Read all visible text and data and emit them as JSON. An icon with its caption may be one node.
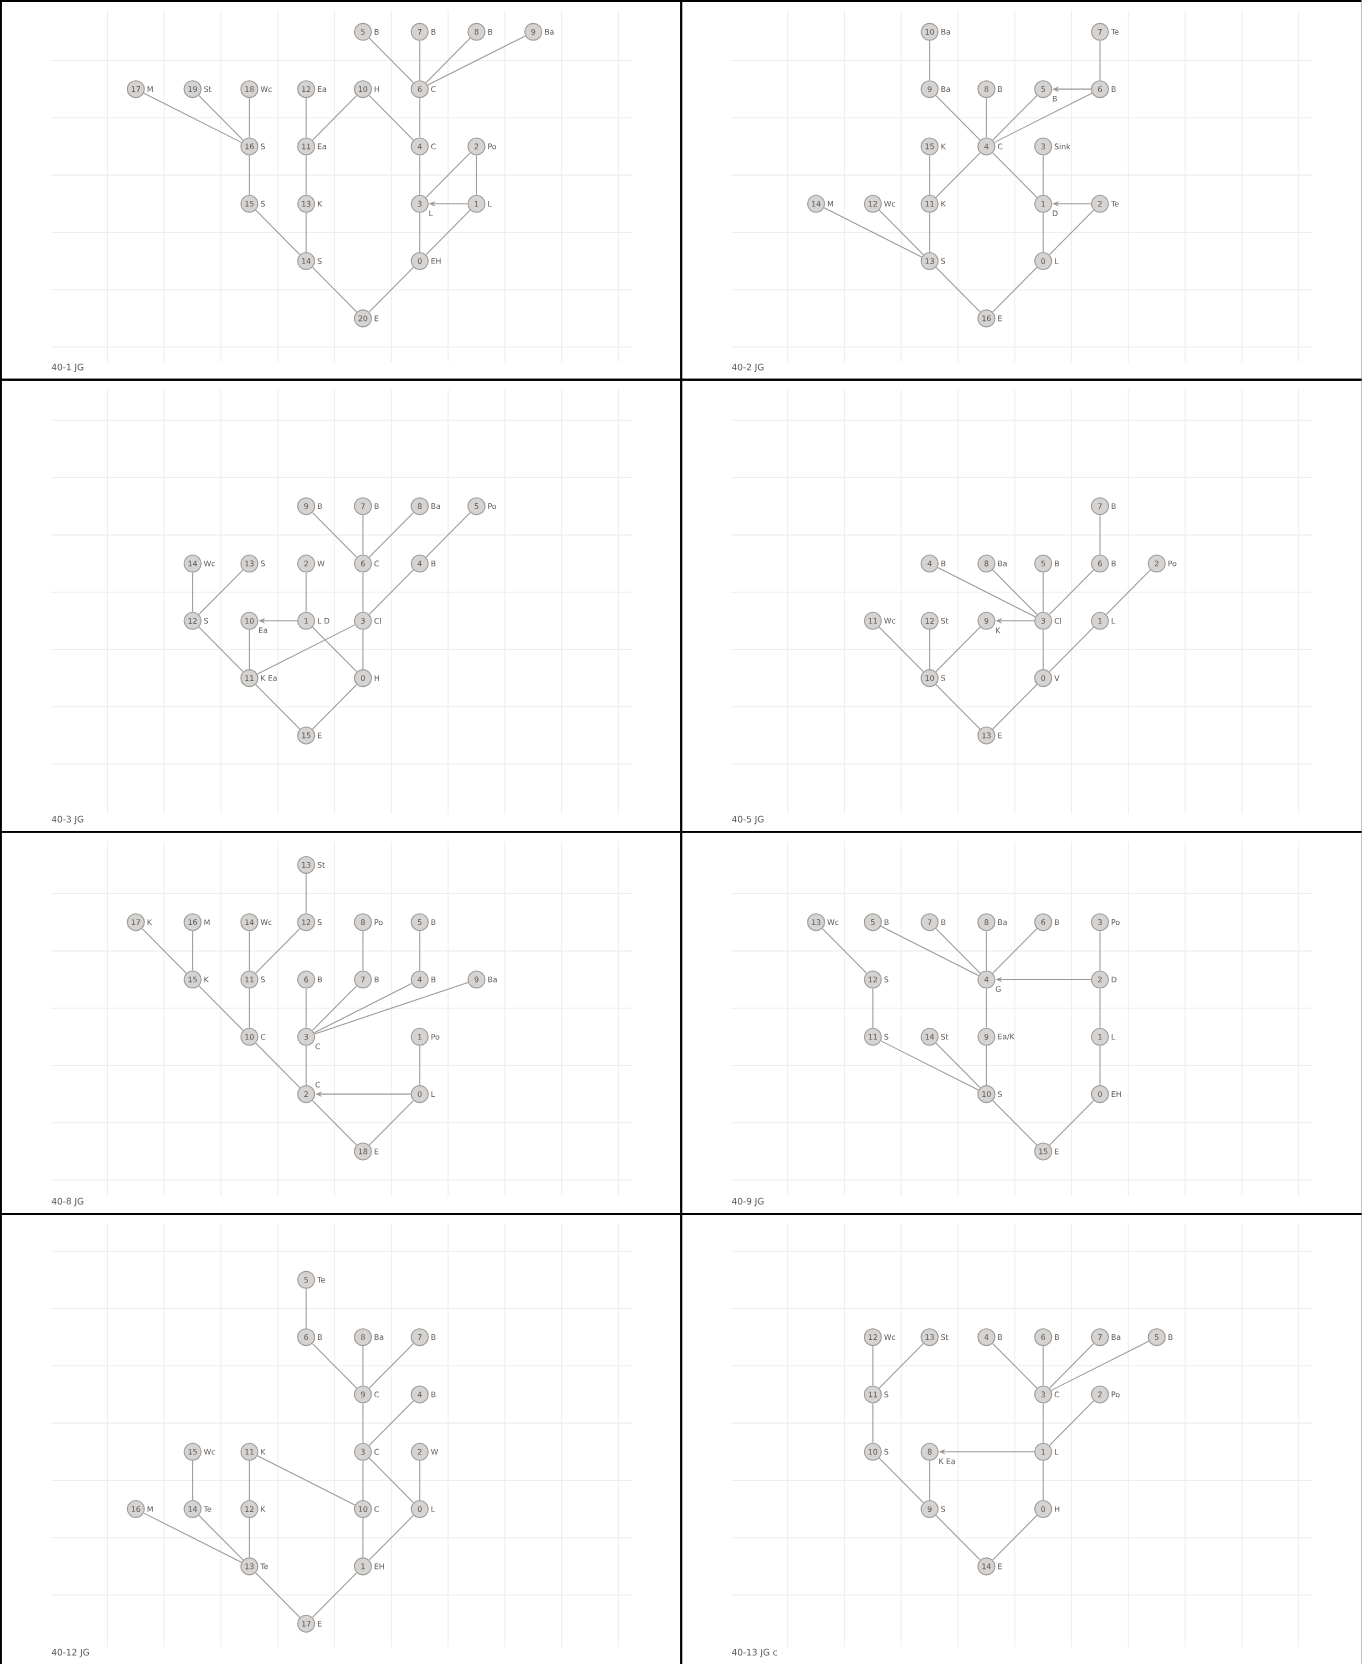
{
  "diagram": {
    "nodes": [
      {
        "text": [
          "40-1 JG"
        ]
      },
      {
        "text": [
          "0"
        ],
        "beside": [
          "EH"
        ],
        "in": 0
      },
      {
        "text": [
          "1"
        ],
        "beside": [
          "L"
        ],
        "in": 0
      },
      {
        "text": [
          "2"
        ],
        "beside": [
          "Po"
        ],
        "in": 0
      },
      {
        "text": [
          "3"
        ],
        "beside": [
          "L"
        ],
        "in": 0
      },
      {
        "text": [
          "4"
        ],
        "beside": [
          "C"
        ],
        "in": 0
      },
      {
        "text": [
          "5"
        ],
        "beside": [
          "B"
        ],
        "in": 0
      },
      {
        "text": [
          "6"
        ],
        "beside": [
          "C"
        ],
        "in": 0
      },
      {
        "text": [
          "7"
        ],
        "beside": [
          "B"
        ],
        "in": 0
      },
      {
        "text": [
          "8"
        ],
        "beside": [
          "B"
        ],
        "in": 0
      },
      {
        "text": [
          "9"
        ],
        "beside": [
          "Ba"
        ],
        "in": 0
      },
      {
        "text": [
          "10"
        ],
        "beside": [
          "H"
        ],
        "in": 0
      },
      {
        "text": [
          "11"
        ],
        "beside": [
          "Ea"
        ],
        "in": 0
      },
      {
        "text": [
          "12"
        ],
        "beside": [
          "Ea"
        ],
        "in": 0
      },
      {
        "text": [
          "13"
        ],
        "beside": [
          "K"
        ],
        "in": 0
      },
      {
        "text": [
          "14"
        ],
        "beside": [
          "S"
        ],
        "in": 0
      },
      {
        "text": [
          "15"
        ],
        "beside": [
          "S"
        ],
        "in": 0
      },
      {
        "text": [
          "16"
        ],
        "beside": [
          "S"
        ],
        "in": 0
      },
      {
        "text": [
          "17"
        ],
        "beside": [
          "M"
        ],
        "in": 0
      },
      {
        "text": [
          "18"
        ],
        "beside": [
          "Wc"
        ],
        "in": 0
      },
      {
        "text": [
          "19"
        ],
        "beside": [
          "St"
        ],
        "in": 0
      },
      {
        "text": [
          "20"
        ],
        "beside": [
          "E"
        ],
        "in": 0
      },
      {
        "text": [
          "40-2 JG"
        ]
      },
      {
        "text": [
          "0"
        ],
        "beside": [
          "L"
        ],
        "in": 22
      },
      {
        "text": [
          "1"
        ],
        "beside": [
          "D"
        ],
        "in": 22
      },
      {
        "text": [
          "2"
        ],
        "beside": [
          "Te"
        ],
        "in": 22
      },
      {
        "text": [
          "3"
        ],
        "beside": [
          "Sink"
        ],
        "in": 22
      },
      {
        "text": [
          "4"
        ],
        "beside": [
          "C"
        ],
        "in": 22
      },
      {
        "text": [
          "5"
        ],
        "beside": [
          "B"
        ],
        "in": 22
      },
      {
        "text": [
          "6"
        ],
        "beside": [
          "B"
        ],
        "in": 22
      },
      {
        "text": [
          "7"
        ],
        "beside": [
          "Te"
        ],
        "in": 22
      },
      {
        "text": [
          "8"
        ],
        "beside": [
          "B"
        ],
        "in": 22
      },
      {
        "text": [
          "9"
        ],
        "beside": [
          "Ba"
        ],
        "in": 22
      },
      {
        "text": [
          "10"
        ],
        "beside": [
          "Ba"
        ],
        "in": 22
      },
      {
        "text": [
          "11"
        ],
        "beside": [
          "K"
        ],
        "in": 22
      },
      {
        "text": [
          "12"
        ],
        "beside": [
          "Wc"
        ],
        "in": 22
      },
      {
        "text": [
          "13"
        ],
        "beside": [
          "S"
        ],
        "in": 22
      },
      {
        "text": [
          "14"
        ],
        "beside": [
          "M"
        ],
        "in": 22
      },
      {
        "text": [
          "15"
        ],
        "beside": [
          "K"
        ],
        "in": 22
      },
      {
        "text": [
          "16"
        ],
        "beside": [
          "E"
        ],
        "in": 22
      },
      {
        "text": [
          "40-3 JG"
        ]
      },
      {
        "text": [
          "0"
        ],
        "beside": [
          "H"
        ],
        "in": 40
      },
      {
        "text": [
          "1"
        ],
        "beside": [
          "L D"
        ],
        "in": 40
      },
      {
        "text": [
          "2"
        ],
        "beside": [
          "W"
        ],
        "in": 40
      },
      {
        "text": [
          "3"
        ],
        "beside": [
          "Cl"
        ],
        "in": 40
      },
      {
        "text": [
          "4"
        ],
        "beside": [
          "B"
        ],
        "in": 40
      },
      {
        "text": [
          "5"
        ],
        "beside": [
          "Po"
        ],
        "in": 40
      },
      {
        "text": [
          "6"
        ],
        "beside": [
          "C"
        ],
        "in": 40
      },
      {
        "text": [
          "7"
        ],
        "beside": [
          "B"
        ],
        "in": 40
      },
      {
        "text": [
          "8"
        ],
        "beside": [
          "Ba"
        ],
        "in": 40
      },
      {
        "text": [
          "9"
        ],
        "beside": [
          "B"
        ],
        "in": 40
      },
      {
        "text": [
          "10"
        ],
        "beside": [
          "Ea"
        ],
        "in": 40
      },
      {
        "text": [
          "11"
        ],
        "beside": [
          "K Ea"
        ],
        "in": 40
      },
      {
        "text": [
          "12"
        ],
        "beside": [
          "S"
        ],
        "in": 40
      },
      {
        "text": [
          "13"
        ],
        "beside": [
          "S"
        ],
        "in": 40
      },
      {
        "text": [
          "14"
        ],
        "beside": [
          "Wc"
        ],
        "in": 40
      },
      {
        "text": [
          "15"
        ],
        "beside": [
          "E"
        ],
        "in": 40
      },
      {
        "text": [
          "40-5 JG"
        ]
      },
      {
        "text": [
          "0"
        ],
        "beside": [
          "V"
        ],
        "in": 57
      },
      {
        "text": [
          "1"
        ],
        "beside": [
          "L"
        ],
        "in": 57
      },
      {
        "text": [
          "2"
        ],
        "beside": [
          "Po"
        ],
        "in": 57
      },
      {
        "text": [
          "3"
        ],
        "beside": [
          "Cl"
        ],
        "in": 57
      },
      {
        "text": [
          "4"
        ],
        "beside": [
          "B"
        ],
        "in": 57
      },
      {
        "text": [
          "5"
        ],
        "beside": [
          "B"
        ],
        "in": 57
      },
      {
        "text": [
          "6"
        ],
        "beside": [
          "B"
        ],
        "in": 57
      },
      {
        "text": [
          "7"
        ],
        "beside": [
          "B"
        ],
        "in": 57
      },
      {
        "text": [
          "8"
        ],
        "beside": [
          "Ba"
        ],
        "in": 57
      },
      {
        "text": [
          "9"
        ],
        "beside": [
          "K"
        ],
        "in": 57
      },
      {
        "text": [
          "10"
        ],
        "beside": [
          "S"
        ],
        "in": 57
      },
      {
        "text": [
          "11"
        ],
        "beside": [
          "Wc"
        ],
        "in": 57
      },
      {
        "text": [
          "12"
        ],
        "beside": [
          "St"
        ],
        "in": 57
      },
      {
        "text": [
          "13"
        ],
        "beside": [
          "E"
        ],
        "in": 57
      },
      {
        "text": [
          "40-8 JG"
        ]
      },
      {
        "text": [
          "0"
        ],
        "beside": [
          "L"
        ],
        "in": 72
      },
      {
        "text": [
          "1"
        ],
        "beside": [
          "Po"
        ],
        "in": 72
      },
      {
        "text": [
          "2"
        ],
        "beside": [
          "C"
        ],
        "in": 72
      },
      {
        "text": [
          "3"
        ],
        "beside": [
          "C"
        ],
        "in": 72
      },
      {
        "text": [
          "4"
        ],
        "beside": [
          "B"
        ],
        "in": 72
      },
      {
        "text": [
          "5"
        ],
        "beside": [
          "B"
        ],
        "in": 72
      },
      {
        "text": [
          "6"
        ],
        "beside": [
          "B"
        ],
        "in": 72
      },
      {
        "text": [
          "7"
        ],
        "beside": [
          "B"
        ],
        "in": 72
      },
      {
        "text": [
          "8"
        ],
        "beside": [
          "Po"
        ],
        "in": 72
      },
      {
        "text": [
          "9"
        ],
        "beside": [
          "Ba"
        ],
        "in": 72
      },
      {
        "text": [
          "10"
        ],
        "beside": [
          "C"
        ],
        "in": 72
      },
      {
        "text": [
          "11"
        ],
        "beside": [
          "S"
        ],
        "in": 72
      },
      {
        "text": [
          "12"
        ],
        "beside": [
          "S"
        ],
        "in": 72
      },
      {
        "text": [
          "13"
        ],
        "beside": [
          "St"
        ],
        "in": 72
      },
      {
        "text": [
          "14"
        ],
        "beside": [
          "Wc"
        ],
        "in": 72
      },
      {
        "text": [
          "15"
        ],
        "beside": [
          "K"
        ],
        "in": 72
      },
      {
        "text": [
          "16"
        ],
        "beside": [
          "M"
        ],
        "in": 72
      },
      {
        "text": [
          "17"
        ],
        "beside": [
          "K"
        ],
        "in": 72
      },
      {
        "text": [
          "18"
        ],
        "beside": [
          "E"
        ],
        "in": 72
      },
      {
        "text": [
          "40-9 JG"
        ]
      },
      {
        "text": [
          "0"
        ],
        "beside": [
          "EH"
        ],
        "in": 92
      },
      {
        "text": [
          "1"
        ],
        "beside": [
          "L"
        ],
        "in": 92
      },
      {
        "text": [
          "2"
        ],
        "beside": [
          "D"
        ],
        "in": 92
      },
      {
        "text": [
          "3"
        ],
        "beside": [
          "Po"
        ],
        "in": 92
      },
      {
        "text": [
          "4"
        ],
        "beside": [
          "G"
        ],
        "in": 92
      },
      {
        "text": [
          "5"
        ],
        "beside": [
          "B"
        ],
        "in": 92
      },
      {
        "text": [
          "6"
        ],
        "beside": [
          "B"
        ],
        "in": 92
      },
      {
        "text": [
          "7"
        ],
        "beside": [
          "B"
        ],
        "in": 92
      },
      {
        "text": [
          "8"
        ],
        "beside": [
          "Ba"
        ],
        "in": 92
      },
      {
        "text": [
          "9"
        ],
        "beside": [
          "Ea/K"
        ],
        "in": 92
      },
      {
        "text": [
          "10"
        ],
        "beside": [
          "S"
        ],
        "in": 92
      },
      {
        "text": [
          "11"
        ],
        "beside": [
          "S"
        ],
        "in": 92
      },
      {
        "text": [
          "12"
        ],
        "beside": [
          "S"
        ],
        "in": 92
      },
      {
        "text": [
          "13"
        ],
        "beside": [
          "Wc"
        ],
        "in": 92
      },
      {
        "text": [
          "14"
        ],
        "beside": [
          "St"
        ],
        "in": 92
      },
      {
        "text": [
          "15"
        ],
        "beside": [
          "E"
        ],
        "in": 92
      },
      {
        "text": [
          "40-12 JG"
        ]
      },
      {
        "text": [
          "0"
        ],
        "beside": [
          "L"
        ],
        "in": 109
      },
      {
        "text": [
          "1"
        ],
        "beside": [
          "EH"
        ],
        "in": 109
      },
      {
        "text": [
          "2"
        ],
        "beside": [
          "W"
        ],
        "in": 109
      },
      {
        "text": [
          "3"
        ],
        "beside": [
          "C"
        ],
        "in": 109
      },
      {
        "text": [
          "4"
        ],
        "beside": [
          "B"
        ],
        "in": 109
      },
      {
        "text": [
          "5"
        ],
        "beside": [
          "Te"
        ],
        "in": 109
      },
      {
        "text": [
          "6"
        ],
        "beside": [
          "B"
        ],
        "in": 109
      },
      {
        "text": [
          "7"
        ],
        "beside": [
          "B"
        ],
        "in": 109
      },
      {
        "text": [
          "8"
        ],
        "beside": [
          "Ba"
        ],
        "in": 109
      },
      {
        "text": [
          "9"
        ],
        "beside": [
          "C"
        ],
        "in": 109
      },
      {
        "text": [
          "10"
        ],
        "beside": [
          "C"
        ],
        "in": 109
      },
      {
        "text": [
          "11"
        ],
        "beside": [
          "K"
        ],
        "in": 109
      },
      {
        "text": [
          "12"
        ],
        "beside": [
          "K"
        ],
        "in": 109
      },
      {
        "text": [
          "13"
        ],
        "beside": [
          "Te"
        ],
        "in": 109
      },
      {
        "text": [
          "14"
        ],
        "beside": [
          "Te"
        ],
        "in": 109
      },
      {
        "text": [
          "15"
        ],
        "beside": [
          "Wc"
        ],
        "in": 109
      },
      {
        "text": [
          "16"
        ],
        "beside": [
          "M"
        ],
        "in": 109
      },
      {
        "text": [
          "17"
        ],
        "beside": [
          "E"
        ],
        "in": 109
      },
      {
        "text": [
          "40-13 JG c"
        ]
      },
      {
        "text": [
          "0"
        ],
        "beside": [
          "H"
        ],
        "in": 128
      },
      {
        "text": [
          "1"
        ],
        "beside": [
          "L"
        ],
        "in": 128
      },
      {
        "text": [
          "2"
        ],
        "beside": [
          "Po"
        ],
        "in": 128
      },
      {
        "text": [
          "3"
        ],
        "beside": [
          "C"
        ],
        "in": 128
      },
      {
        "text": [
          "4"
        ],
        "beside": [
          "B"
        ],
        "in": 128
      },
      {
        "text": [
          "5"
        ],
        "beside": [
          "B"
        ],
        "in": 128
      },
      {
        "text": [
          "6"
        ],
        "beside": [
          "B"
        ],
        "in": 128
      },
      {
        "text": [
          "7"
        ],
        "beside": [
          "Ba"
        ],
        "in": 128
      },
      {
        "text": [
          "8"
        ],
        "beside": [
          "K Ea"
        ],
        "in": 128
      },
      {
        "text": [
          "9"
        ],
        "beside": [
          "S"
        ],
        "in": 128
      },
      {
        "text": [
          "10"
        ],
        "beside": [
          "S"
        ],
        "in": 128
      },
      {
        "text": [
          "11"
        ],
        "beside": [
          "S"
        ],
        "in": 128
      },
      {
        "text": [
          "12"
        ],
        "beside": [
          "Wc"
        ],
        "in": 128
      },
      {
        "text": [
          "13"
        ],
        "beside": [
          "St"
        ],
        "in": 128
      },
      {
        "text": [
          "14"
        ],
        "beside": [
          "E"
        ],
        "in": 128
      }
    ],
    "edges": [
      {
        "from": 21,
        "to": 1,
        "arrow": "none"
      },
      {
        "from": 21,
        "to": 15,
        "arrow": "none"
      },
      {
        "from": 1,
        "to": 4,
        "arrow": "none"
      },
      {
        "from": 1,
        "to": 2,
        "arrow": "none"
      },
      {
        "from": 2,
        "to": 3,
        "arrow": "none"
      },
      {
        "from": 2,
        "to": 4,
        "arrow": "to"
      },
      {
        "from": 4,
        "to": 3,
        "arrow": "none"
      },
      {
        "from": 4,
        "to": 5,
        "arrow": "none"
      },
      {
        "from": 5,
        "to": 7,
        "arrow": "none"
      },
      {
        "from": 5,
        "to": 11,
        "arrow": "none"
      },
      {
        "from": 11,
        "to": 12,
        "arrow": "none"
      },
      {
        "from": 12,
        "to": 13,
        "arrow": "none"
      },
      {
        "from": 12,
        "to": 14,
        "arrow": "none"
      },
      {
        "from": 14,
        "to": 15,
        "arrow": "none"
      },
      {
        "from": 15,
        "to": 16,
        "arrow": "none"
      },
      {
        "from": 16,
        "to": 17,
        "arrow": "none"
      },
      {
        "from": 17,
        "to": 18,
        "arrow": "none"
      },
      {
        "from": 17,
        "to": 20,
        "arrow": "none"
      },
      {
        "from": 17,
        "to": 19,
        "arrow": "none"
      },
      {
        "from": 7,
        "to": 6,
        "arrow": "none"
      },
      {
        "from": 7,
        "to": 8,
        "arrow": "none"
      },
      {
        "from": 7,
        "to": 9,
        "arrow": "none"
      },
      {
        "from": 7,
        "to": 10,
        "arrow": "none"
      },
      {
        "from": 39,
        "to": 23,
        "arrow": "none"
      },
      {
        "from": 39,
        "to": 36,
        "arrow": "none"
      },
      {
        "from": 23,
        "to": 24,
        "arrow": "none"
      },
      {
        "from": 23,
        "to": 25,
        "arrow": "none"
      },
      {
        "from": 24,
        "to": 26,
        "arrow": "none"
      },
      {
        "from": 25,
        "to": 24,
        "arrow": "to"
      },
      {
        "from": 24,
        "to": 27,
        "arrow": "none"
      },
      {
        "from": 27,
        "to": 34,
        "arrow": "none"
      },
      {
        "from": 27,
        "to": 32,
        "arrow": "none"
      },
      {
        "from": 27,
        "to": 31,
        "arrow": "none"
      },
      {
        "from": 27,
        "to": 28,
        "arrow": "none"
      },
      {
        "from": 27,
        "to": 29,
        "arrow": "none"
      },
      {
        "from": 32,
        "to": 33,
        "arrow": "none"
      },
      {
        "from": 29,
        "to": 28,
        "arrow": "to"
      },
      {
        "from": 29,
        "to": 30,
        "arrow": "none"
      },
      {
        "from": 34,
        "to": 38,
        "arrow": "none"
      },
      {
        "from": 34,
        "to": 36,
        "arrow": "none"
      },
      {
        "from": 36,
        "to": 35,
        "arrow": "none"
      },
      {
        "from": 36,
        "to": 37,
        "arrow": "none"
      },
      {
        "from": 56,
        "to": 52,
        "arrow": "none"
      },
      {
        "from": 56,
        "to": 41,
        "arrow": "none"
      },
      {
        "from": 41,
        "to": 44,
        "arrow": "none"
      },
      {
        "from": 41,
        "to": 42,
        "arrow": "none"
      },
      {
        "from": 42,
        "to": 43,
        "arrow": "none"
      },
      {
        "from": 42,
        "to": 51,
        "arrow": "to"
      },
      {
        "from": 51,
        "to": 52,
        "arrow": "none"
      },
      {
        "from": 52,
        "to": 53,
        "arrow": "none"
      },
      {
        "from": 52,
        "to": 44,
        "arrow": "none"
      },
      {
        "from": 53,
        "to": 55,
        "arrow": "none"
      },
      {
        "from": 53,
        "to": 54,
        "arrow": "none"
      },
      {
        "from": 44,
        "to": 47,
        "arrow": "none"
      },
      {
        "from": 44,
        "to": 45,
        "arrow": "none"
      },
      {
        "from": 45,
        "to": 46,
        "arrow": "none"
      },
      {
        "from": 47,
        "to": 50,
        "arrow": "none"
      },
      {
        "from": 47,
        "to": 48,
        "arrow": "none"
      },
      {
        "from": 47,
        "to": 49,
        "arrow": "none"
      },
      {
        "from": 71,
        "to": 68,
        "arrow": "none"
      },
      {
        "from": 71,
        "to": 58,
        "arrow": "none"
      },
      {
        "from": 58,
        "to": 61,
        "arrow": "none"
      },
      {
        "from": 58,
        "to": 59,
        "arrow": "none"
      },
      {
        "from": 59,
        "to": 60,
        "arrow": "none"
      },
      {
        "from": 61,
        "to": 67,
        "arrow": "to"
      },
      {
        "from": 61,
        "to": 62,
        "arrow": "none"
      },
      {
        "from": 61,
        "to": 66,
        "arrow": "none"
      },
      {
        "from": 61,
        "to": 63,
        "arrow": "none"
      },
      {
        "from": 61,
        "to": 64,
        "arrow": "none"
      },
      {
        "from": 64,
        "to": 65,
        "arrow": "none"
      },
      {
        "from": 67,
        "to": 68,
        "arrow": "none"
      },
      {
        "from": 68,
        "to": 70,
        "arrow": "none"
      },
      {
        "from": 68,
        "to": 69,
        "arrow": "none"
      },
      {
        "from": 91,
        "to": 75,
        "arrow": "none"
      },
      {
        "from": 91,
        "to": 73,
        "arrow": "none"
      },
      {
        "from": 73,
        "to": 74,
        "arrow": "none"
      },
      {
        "from": 73,
        "to": 75,
        "arrow": "to"
      },
      {
        "from": 75,
        "to": 76,
        "arrow": "none"
      },
      {
        "from": 75,
        "to": 83,
        "arrow": "none"
      },
      {
        "from": 76,
        "to": 79,
        "arrow": "none"
      },
      {
        "from": 76,
        "to": 80,
        "arrow": "none"
      },
      {
        "from": 76,
        "to": 77,
        "arrow": "none"
      },
      {
        "from": 76,
        "to": 82,
        "arrow": "none"
      },
      {
        "from": 80,
        "to": 81,
        "arrow": "none"
      },
      {
        "from": 77,
        "to": 78,
        "arrow": "none"
      },
      {
        "from": 83,
        "to": 84,
        "arrow": "none"
      },
      {
        "from": 83,
        "to": 88,
        "arrow": "none"
      },
      {
        "from": 84,
        "to": 87,
        "arrow": "none"
      },
      {
        "from": 84,
        "to": 85,
        "arrow": "none"
      },
      {
        "from": 85,
        "to": 86,
        "arrow": "none"
      },
      {
        "from": 88,
        "to": 89,
        "arrow": "none"
      },
      {
        "from": 88,
        "to": 90,
        "arrow": "none"
      },
      {
        "from": 108,
        "to": 103,
        "arrow": "none"
      },
      {
        "from": 108,
        "to": 93,
        "arrow": "none"
      },
      {
        "from": 93,
        "to": 94,
        "arrow": "none"
      },
      {
        "from": 94,
        "to": 95,
        "arrow": "none"
      },
      {
        "from": 95,
        "to": 96,
        "arrow": "none"
      },
      {
        "from": 95,
        "to": 97,
        "arrow": "to"
      },
      {
        "from": 97,
        "to": 98,
        "arrow": "none"
      },
      {
        "from": 97,
        "to": 100,
        "arrow": "none"
      },
      {
        "from": 97,
        "to": 101,
        "arrow": "none"
      },
      {
        "from": 97,
        "to": 99,
        "arrow": "none"
      },
      {
        "from": 97,
        "to": 102,
        "arrow": "none"
      },
      {
        "from": 102,
        "to": 103,
        "arrow": "none"
      },
      {
        "from": 103,
        "to": 107,
        "arrow": "none"
      },
      {
        "from": 103,
        "to": 104,
        "arrow": "none"
      },
      {
        "from": 104,
        "to": 105,
        "arrow": "none"
      },
      {
        "from": 105,
        "to": 106,
        "arrow": "none"
      },
      {
        "from": 127,
        "to": 123,
        "arrow": "none"
      },
      {
        "from": 127,
        "to": 111,
        "arrow": "none"
      },
      {
        "from": 111,
        "to": 120,
        "arrow": "none"
      },
      {
        "from": 111,
        "to": 110,
        "arrow": "none"
      },
      {
        "from": 110,
        "to": 112,
        "arrow": "none"
      },
      {
        "from": 110,
        "to": 113,
        "arrow": "none"
      },
      {
        "from": 113,
        "to": 120,
        "arrow": "none"
      },
      {
        "from": 120,
        "to": 121,
        "arrow": "none"
      },
      {
        "from": 113,
        "to": 119,
        "arrow": "none"
      },
      {
        "from": 113,
        "to": 114,
        "arrow": "none"
      },
      {
        "from": 119,
        "to": 116,
        "arrow": "none"
      },
      {
        "from": 119,
        "to": 118,
        "arrow": "none"
      },
      {
        "from": 119,
        "to": 117,
        "arrow": "none"
      },
      {
        "from": 116,
        "to": 115,
        "arrow": "none"
      },
      {
        "from": 123,
        "to": 122,
        "arrow": "none"
      },
      {
        "from": 122,
        "to": 121,
        "arrow": "none"
      },
      {
        "from": 123,
        "to": 124,
        "arrow": "none"
      },
      {
        "from": 124,
        "to": 125,
        "arrow": "none"
      },
      {
        "from": 123,
        "to": 126,
        "arrow": "none"
      },
      {
        "from": 143,
        "to": 138,
        "arrow": "none"
      },
      {
        "from": 143,
        "to": 129,
        "arrow": "none"
      },
      {
        "from": 129,
        "to": 130,
        "arrow": "none"
      },
      {
        "from": 130,
        "to": 132,
        "arrow": "none"
      },
      {
        "from": 130,
        "to": 131,
        "arrow": "none"
      },
      {
        "from": 130,
        "to": 137,
        "arrow": "to"
      },
      {
        "from": 137,
        "to": 138,
        "arrow": "none"
      },
      {
        "from": 138,
        "to": 139,
        "arrow": "none"
      },
      {
        "from": 139,
        "to": 140,
        "arrow": "none"
      },
      {
        "from": 140,
        "to": 141,
        "arrow": "none"
      },
      {
        "from": 140,
        "to": 142,
        "arrow": "none"
      },
      {
        "from": 132,
        "to": 133,
        "arrow": "none"
      },
      {
        "from": 132,
        "to": 135,
        "arrow": "none"
      },
      {
        "from": 132,
        "to": 136,
        "arrow": "none"
      },
      {
        "from": 132,
        "to": 134,
        "arrow": "none"
      }
    ]
  }
}
